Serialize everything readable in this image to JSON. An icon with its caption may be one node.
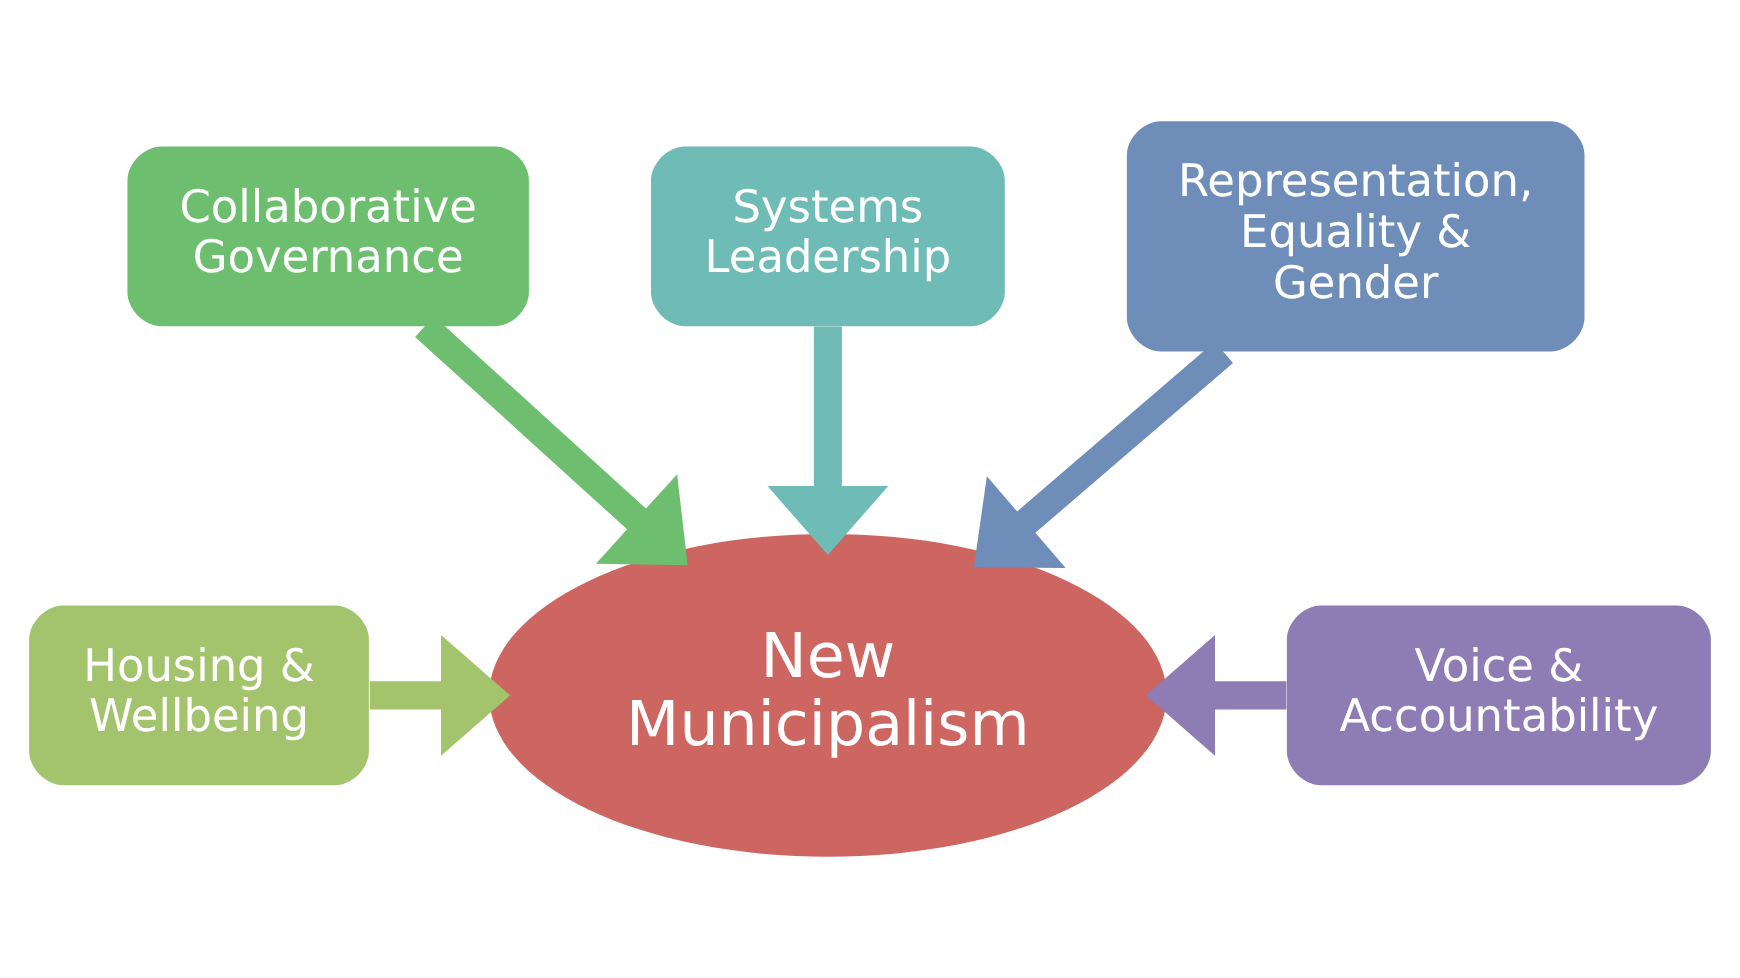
{
  "diagram": {
    "nodes": [
      {
        "text": [
          "Systems Leadership"
        ]
      },
      {
        "text": [
          "Collaborative Governance"
        ]
      },
      {
        "text": [
          "Representation, Equality & Gender"
        ]
      },
      {
        "text": [
          "Housing & Wellbeing"
        ]
      },
      {
        "text": [
          "New Municipalism"
        ]
      },
      {
        "text": [
          "Voice & Accountability"
        ]
      }
    ],
    "edges": [
      {
        "from": 1,
        "to": 4,
        "arrow": "to",
        "color": "#6dbf6f"
      },
      {
        "from": 0,
        "to": 4,
        "arrow": "to",
        "color": "#6fbcb6"
      },
      {
        "from": 2,
        "to": 4,
        "arrow": "to",
        "color": "#6f8db9"
      },
      {
        "from": 3,
        "to": 4,
        "arrow": "to",
        "color": "#a3c46c"
      },
      {
        "from": 5,
        "to": 4,
        "arrow": "to",
        "color": "#8e7cb5"
      }
    ]
  }
}
